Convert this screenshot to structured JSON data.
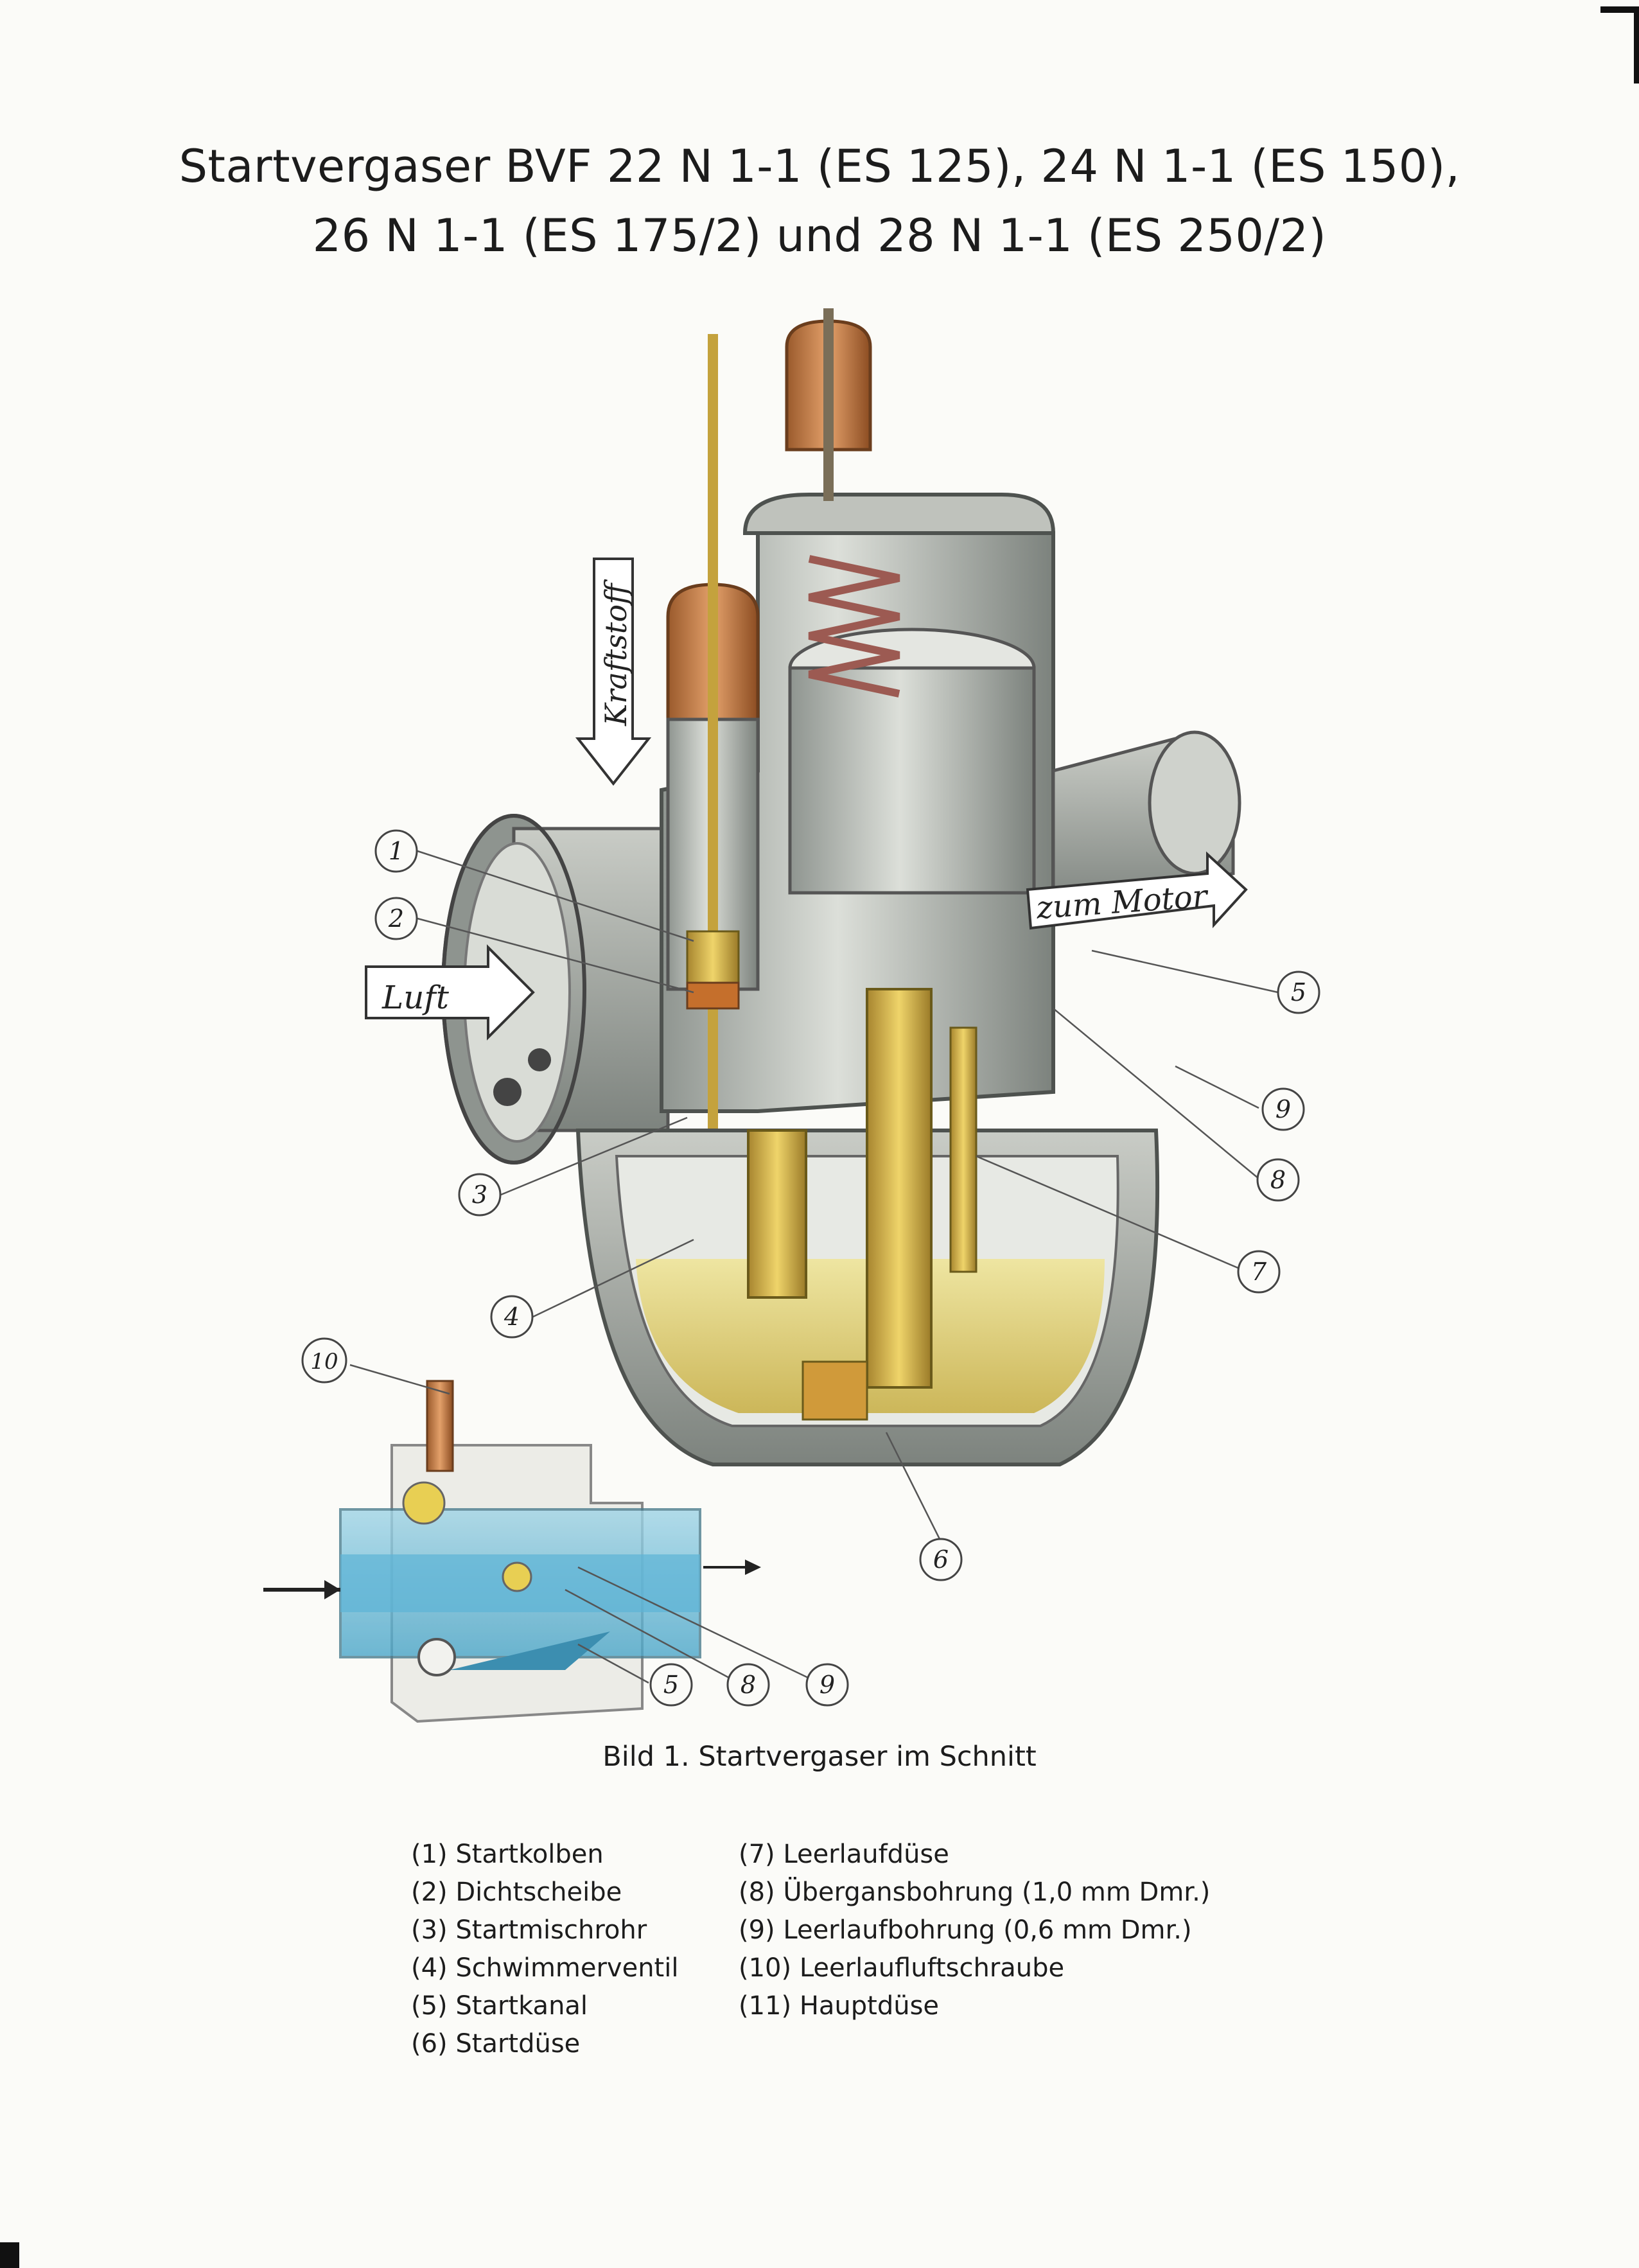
{
  "title": {
    "line1": "Startvergaser BVF 22 N 1-1 (ES 125), 24 N 1-1 (ES 150),",
    "line2": "26 N 1-1 (ES 175/2) und 28 N 1-1 (ES 250/2)"
  },
  "labels": {
    "fuel": "Kraftstoff",
    "air": "Luft",
    "engine": "zum Motor"
  },
  "callouts": {
    "main": [
      "1",
      "2",
      "3",
      "4",
      "5",
      "6",
      "7",
      "8",
      "9"
    ],
    "inset": [
      "10",
      "5",
      "8",
      "9"
    ]
  },
  "caption": "Bild 1. Startvergaser im Schnitt",
  "legend": {
    "left": [
      "(1) Startkolben",
      "(2) Dichtscheibe",
      "(3) Startmischrohr",
      "(4) Schwimmerventil",
      "(5) Startkanal",
      "(6) Startdüse"
    ],
    "right": [
      "(7) Leerlaufdüse",
      "(8) Übergansbohrung (1,0 mm Dmr.)",
      "(9) Leerlaufbohrung (0,6 mm Dmr.)",
      "(10) Leerlaufluftschraube",
      "(11) Hauptdüse"
    ]
  }
}
